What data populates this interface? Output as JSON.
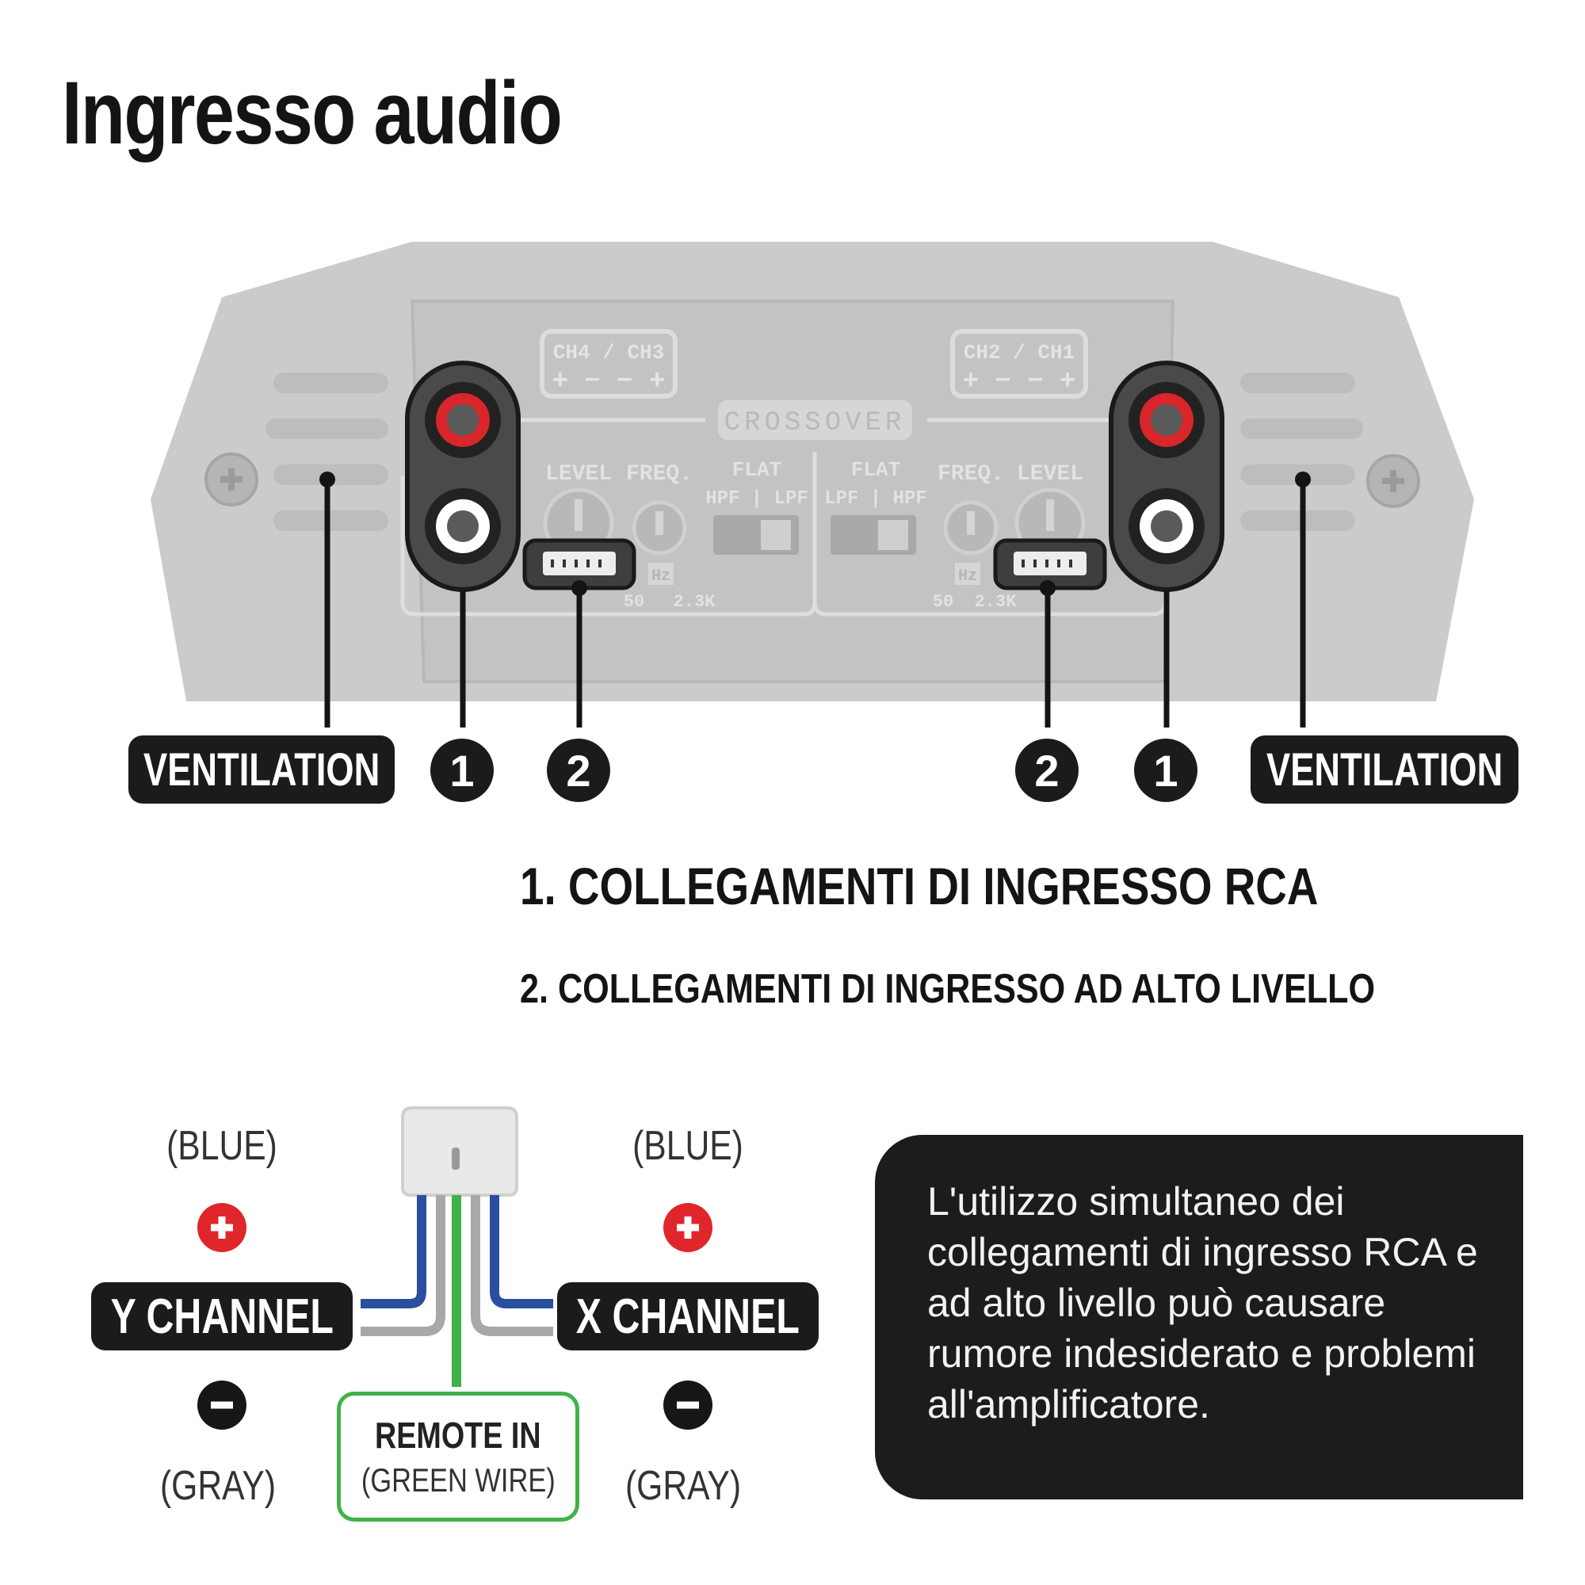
{
  "title": "Ingresso audio",
  "amp_panel": {
    "ch4": "CH4",
    "ch3": "CH3",
    "ch2": "CH2",
    "ch1": "CH1",
    "terminal_signs": "+ − − +",
    "crossover": "CROSSOVER",
    "level": "LEVEL",
    "freq": "FREQ.",
    "flat": "FLAT",
    "hpf_lpf": "HPF | LPF",
    "lpf_hpf": "LPF | HPF",
    "hz": "Hz",
    "freq_min": "50",
    "freq_max": "2.3K"
  },
  "callouts": {
    "ventilation_left": "VENTILATION",
    "ventilation_right": "VENTILATION",
    "num1_left": "1",
    "num2_left": "2",
    "num2_right": "2",
    "num1_right": "1"
  },
  "legend": {
    "item1": "1. COLLEGAMENTI DI INGRESSO RCA",
    "item2": "2. COLLEGAMENTI DI INGRESSO AD ALTO LIVELLO"
  },
  "harness": {
    "blue_left": "(BLUE)",
    "blue_right": "(BLUE)",
    "gray_left": "(GRAY)",
    "gray_right": "(GRAY)",
    "y_channel": "Y CHANNEL",
    "x_channel": "X CHANNEL",
    "remote_in": "REMOTE IN",
    "green_wire": "(GREEN WIRE)"
  },
  "warning": {
    "text": "L'utilizzo simultaneo dei collegamenti di ingresso RCA e ad alto livello può causare rumore indesiderato e problemi all'amplificatore."
  },
  "colors": {
    "blue_wire": "#2a4f9e",
    "gray_wire": "#a8a8a8",
    "green_wire": "#3fb24a",
    "plus": "#e0262b",
    "dark": "#1b1b1b"
  }
}
